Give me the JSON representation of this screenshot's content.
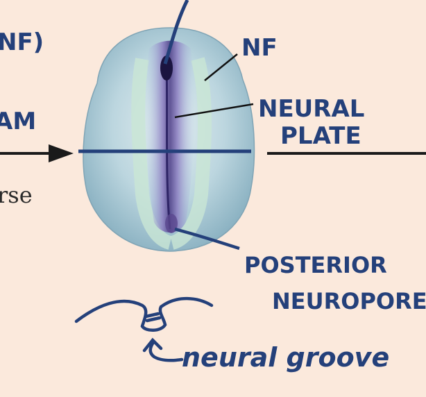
{
  "labels": {
    "nf_partial": "NF)",
    "am_partial": "AM",
    "rse_partial": "rse",
    "nf": "NF",
    "neural_plate_line1": "NEURAL",
    "neural_plate_line2": "PLATE",
    "posterior_line1": "POSTERIOR",
    "posterior_line2": "NEUROPORE",
    "neural_groove": "neural groove"
  },
  "colors": {
    "background": "#fbe9dc",
    "ink": "#24407a",
    "arrow": "#1a1a1a",
    "embryo_outer": "#9cc0cf",
    "embryo_inner": "#6d5a9e"
  }
}
